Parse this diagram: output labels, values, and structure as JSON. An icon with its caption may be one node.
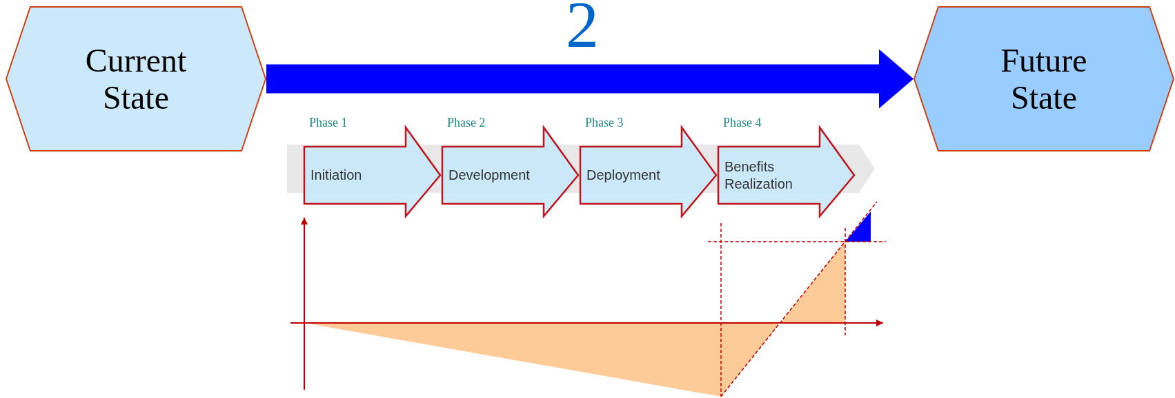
{
  "diagram": {
    "nodes": [
      {
        "text": [
          "Current State"
        ]
      },
      {
        "text": [
          "Future State"
        ]
      },
      {
        "text": [
          "Phase 1",
          "Initiation"
        ]
      },
      {
        "text": [
          "Phase 2",
          "Development"
        ]
      },
      {
        "text": [
          "Phase 3",
          "Deployment"
        ]
      },
      {
        "text": [
          "Phase 4",
          "Benefits Realization"
        ]
      }
    ],
    "edges": [
      {
        "from": 0,
        "to": 1,
        "arrow": "to",
        "color": "#0000ff"
      }
    ],
    "labels": [
      "2"
    ]
  }
}
